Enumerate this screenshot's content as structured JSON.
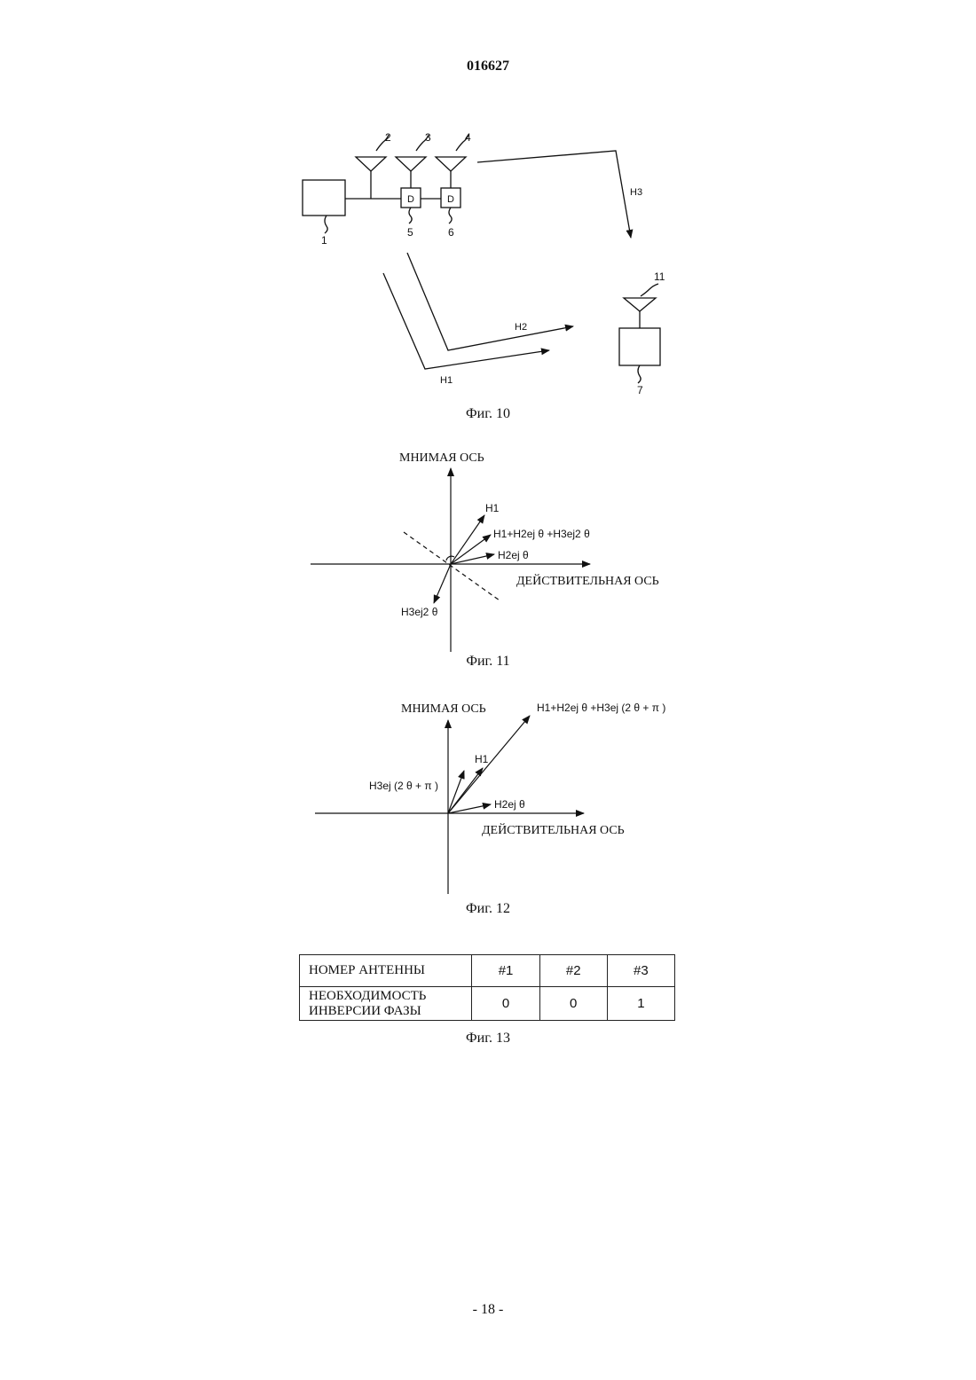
{
  "header": {
    "doc_number": "016627"
  },
  "footer": {
    "page_number": "- 18 -"
  },
  "fig10": {
    "caption": "Фиг. 10",
    "labels": {
      "l1": "1",
      "l2": "2",
      "l3": "3",
      "l4": "4",
      "l5": "5",
      "l6": "6",
      "l7": "7",
      "l11": "11",
      "d5": "D",
      "d6": "D"
    },
    "paths": {
      "h1": "H1",
      "h2": "H2",
      "h3": "H3"
    }
  },
  "fig11": {
    "caption": "Фиг. 11",
    "imag_axis": "МНИМАЯ ОСЬ",
    "real_axis": "ДЕЙСТВИТЕЛЬНАЯ ОСЬ",
    "vectors": {
      "h1": "H1",
      "sum": "H1+H2ej θ +H3ej2 θ",
      "h2": "H2ej θ",
      "h3": "H3ej2 θ"
    }
  },
  "fig12": {
    "caption": "Фиг. 12",
    "imag_axis": "МНИМАЯ ОСЬ",
    "real_axis": "ДЕЙСТВИТЕЛЬНАЯ ОСЬ",
    "vectors": {
      "sum": "H1+H2ej θ +H3ej (2 θ + π )",
      "h1": "H1",
      "h3": "H3ej (2 θ + π )",
      "h2": "H2ej θ"
    }
  },
  "fig13": {
    "caption": "Фиг. 13",
    "row1_label": "НОМЕР АНТЕННЫ",
    "row2_label_line1": "НЕОБХОДИМОСТЬ",
    "row2_label_line2": "ИНВЕРСИИ ФАЗЫ",
    "antennas": [
      "#1",
      "#2",
      "#3"
    ],
    "inversion": [
      "0",
      "0",
      "1"
    ]
  }
}
